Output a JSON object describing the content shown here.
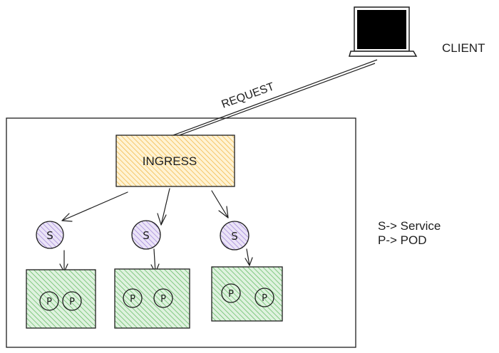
{
  "client": {
    "label": "CLIENT"
  },
  "request": {
    "label": "REQUEST"
  },
  "ingress": {
    "label": "INGRESS"
  },
  "service": {
    "label": "S"
  },
  "pod": {
    "label": "P"
  },
  "legend": {
    "service": "S-> Service",
    "pod": "P-> POD"
  },
  "colors": {
    "ingress_hatch": "#f0b43c",
    "ingress_fill": "#fff3d4",
    "service_hatch": "#9b7fd6",
    "service_fill": "#ebe4f7",
    "pod_hatch": "#5cb85c",
    "pod_fill": "#dff2df",
    "laptop": "#000000",
    "stroke": "#1e1e1e"
  }
}
